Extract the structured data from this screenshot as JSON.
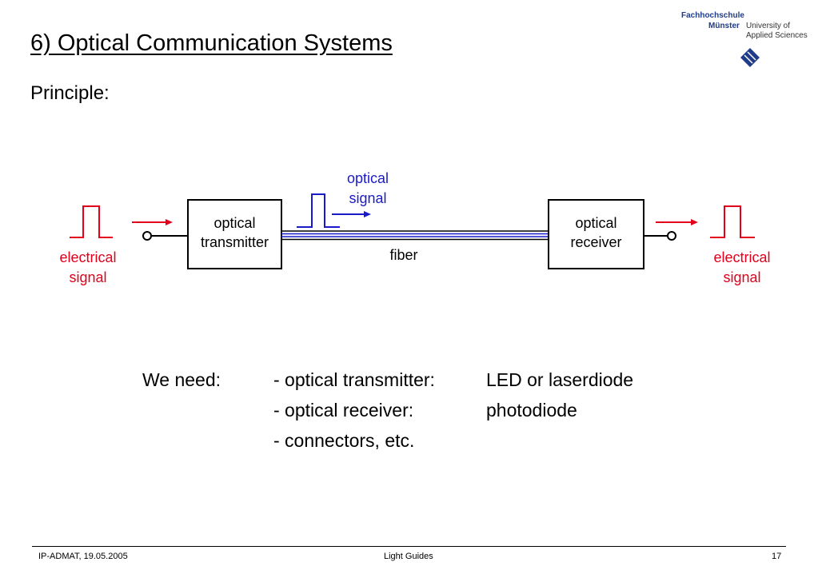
{
  "slide": {
    "title": "6) Optical Communication Systems",
    "subtitle": "Principle:"
  },
  "logo": {
    "line1": "Fachhochschule",
    "line2_left": "Münster",
    "line2_right": "University of",
    "line3": "Applied Sciences",
    "emblem_color": "#1f3c88"
  },
  "diagram": {
    "transmitter_line1": "optical",
    "transmitter_line2": "transmitter",
    "receiver_line1": "optical",
    "receiver_line2": "receiver",
    "fiber_label": "fiber",
    "optical_signal_line1": "optical",
    "optical_signal_line2": "signal",
    "electrical_left_line1": "electrical",
    "electrical_left_line2": "signal",
    "electrical_right_line1": "electrical",
    "electrical_right_line2": "signal",
    "colors": {
      "electrical": "#e3001b",
      "optical": "#1a1acc",
      "fiber_core": "#1a1acc"
    }
  },
  "needs": {
    "heading": "We need:",
    "rows": [
      {
        "item": "- optical transmitter:",
        "value": "LED or laserdiode"
      },
      {
        "item": "- optical receiver:",
        "value": "photodiode"
      },
      {
        "item": "- connectors, etc.",
        "value": ""
      }
    ]
  },
  "footer": {
    "left": "IP-ADMAT, 19.05.2005",
    "center": "Light Guides",
    "page": "17"
  }
}
